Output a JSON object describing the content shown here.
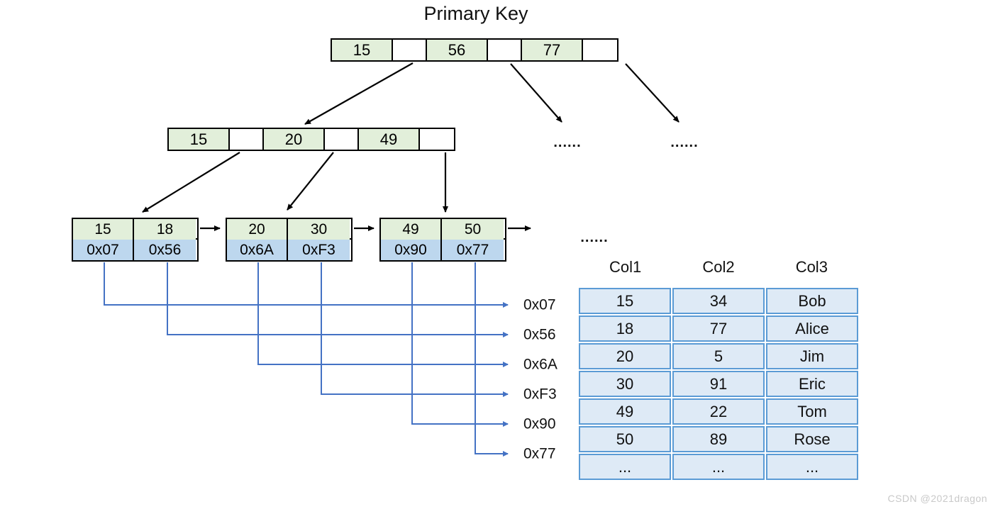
{
  "title": "Primary Key",
  "tree": {
    "root": {
      "keys": [
        "15",
        "56",
        "77"
      ]
    },
    "internal": {
      "keys": [
        "15",
        "20",
        "49"
      ]
    },
    "leaves": [
      {
        "keys": [
          "15",
          "18"
        ],
        "pointers": [
          "0x07",
          "0x56"
        ]
      },
      {
        "keys": [
          "20",
          "30"
        ],
        "pointers": [
          "0x6A",
          "0xF3"
        ]
      },
      {
        "keys": [
          "49",
          "50"
        ],
        "pointers": [
          "0x90",
          "0x77"
        ]
      }
    ],
    "ellipsis": "......"
  },
  "addresses": [
    "0x07",
    "0x56",
    "0x6A",
    "0xF3",
    "0x90",
    "0x77"
  ],
  "table": {
    "headers": [
      "Col1",
      "Col2",
      "Col3"
    ],
    "rows": [
      [
        "15",
        "34",
        "Bob"
      ],
      [
        "18",
        "77",
        "Alice"
      ],
      [
        "20",
        "5",
        "Jim"
      ],
      [
        "30",
        "91",
        "Eric"
      ],
      [
        "49",
        "22",
        "Tom"
      ],
      [
        "50",
        "89",
        "Rose"
      ],
      [
        "...",
        "...",
        "..."
      ]
    ]
  },
  "colors": {
    "key_cell_green": "#E2EFDA",
    "pointer_cell_blue": "#BDD7EE",
    "table_fill": "#DEEAF6",
    "table_border": "#5B9BD5",
    "connector_blue": "#4472C4",
    "node_border": "#000000"
  },
  "watermark": "CSDN @2021dragon"
}
